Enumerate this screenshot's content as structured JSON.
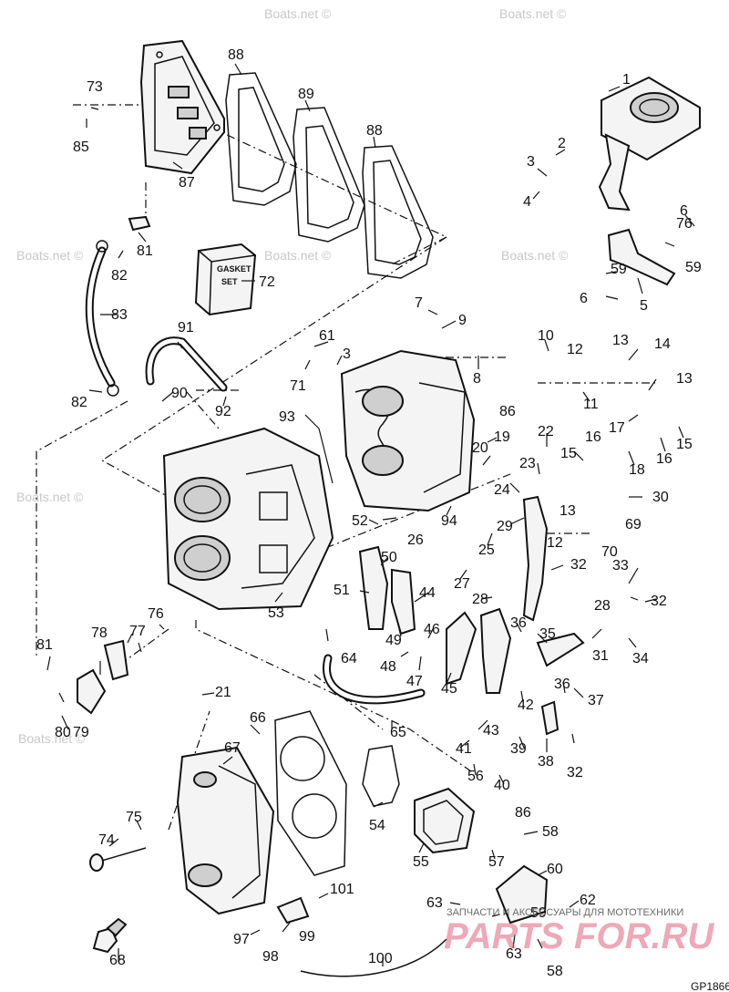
{
  "watermarks": [
    "Boats.net ©",
    "Boats.net ©",
    "Boats.net ©",
    "Boats.net ©",
    "Boats.net ©",
    "Boats.net ©",
    "Boats.net ©"
  ],
  "brand": {
    "subtitle": "ЗАПЧАСТИ И АКСЕССУАРЫ ДЛЯ МОТОТЕХНИКИ",
    "name": "PARTS FOR.RU"
  },
  "drawing_code": "GP1866",
  "kit_label": {
    "line1": "GASKET",
    "line2": "SET"
  },
  "callouts": [
    "1",
    "2",
    "3",
    "4",
    "5",
    "6",
    "6",
    "7",
    "8",
    "9",
    "10",
    "11",
    "12",
    "12",
    "13",
    "13",
    "13",
    "14",
    "15",
    "15",
    "16",
    "16",
    "17",
    "18",
    "19",
    "20",
    "21",
    "22",
    "23",
    "24",
    "25",
    "26",
    "27",
    "28",
    "28",
    "29",
    "30",
    "31",
    "32",
    "32",
    "32",
    "33",
    "34",
    "35",
    "36",
    "36",
    "37",
    "38",
    "39",
    "40",
    "41",
    "42",
    "43",
    "44",
    "45",
    "46",
    "47",
    "48",
    "49",
    "50",
    "51",
    "52",
    "53",
    "54",
    "55",
    "56",
    "57",
    "58",
    "58",
    "59",
    "59",
    "59",
    "60",
    "61",
    "62",
    "63",
    "63",
    "64",
    "65",
    "66",
    "67",
    "68",
    "69",
    "70",
    "71",
    "72",
    "73",
    "74",
    "75",
    "76",
    "76",
    "77",
    "78",
    "79",
    "80",
    "81",
    "81",
    "82",
    "82",
    "83",
    "85",
    "86",
    "86",
    "87",
    "88",
    "88",
    "89",
    "90",
    "91",
    "92",
    "93",
    "94",
    "97",
    "98",
    "99",
    "100",
    "101",
    "3"
  ]
}
